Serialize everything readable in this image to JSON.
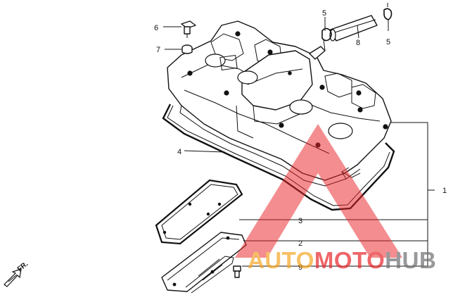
{
  "callouts": {
    "c1": "1",
    "c2": "2",
    "c3": "3",
    "c4": "4",
    "c5a": "5",
    "c5b": "5",
    "c6": "6",
    "c7": "7",
    "c8": "8",
    "c9": "9"
  },
  "direction_label": "FR.",
  "watermark": {
    "part1": "AUTO",
    "part2": "MOTO",
    "part3": "HUB",
    "color_orange": "#f5a623",
    "color_red": "#e8262a",
    "color_gray": "#6d6e71"
  }
}
